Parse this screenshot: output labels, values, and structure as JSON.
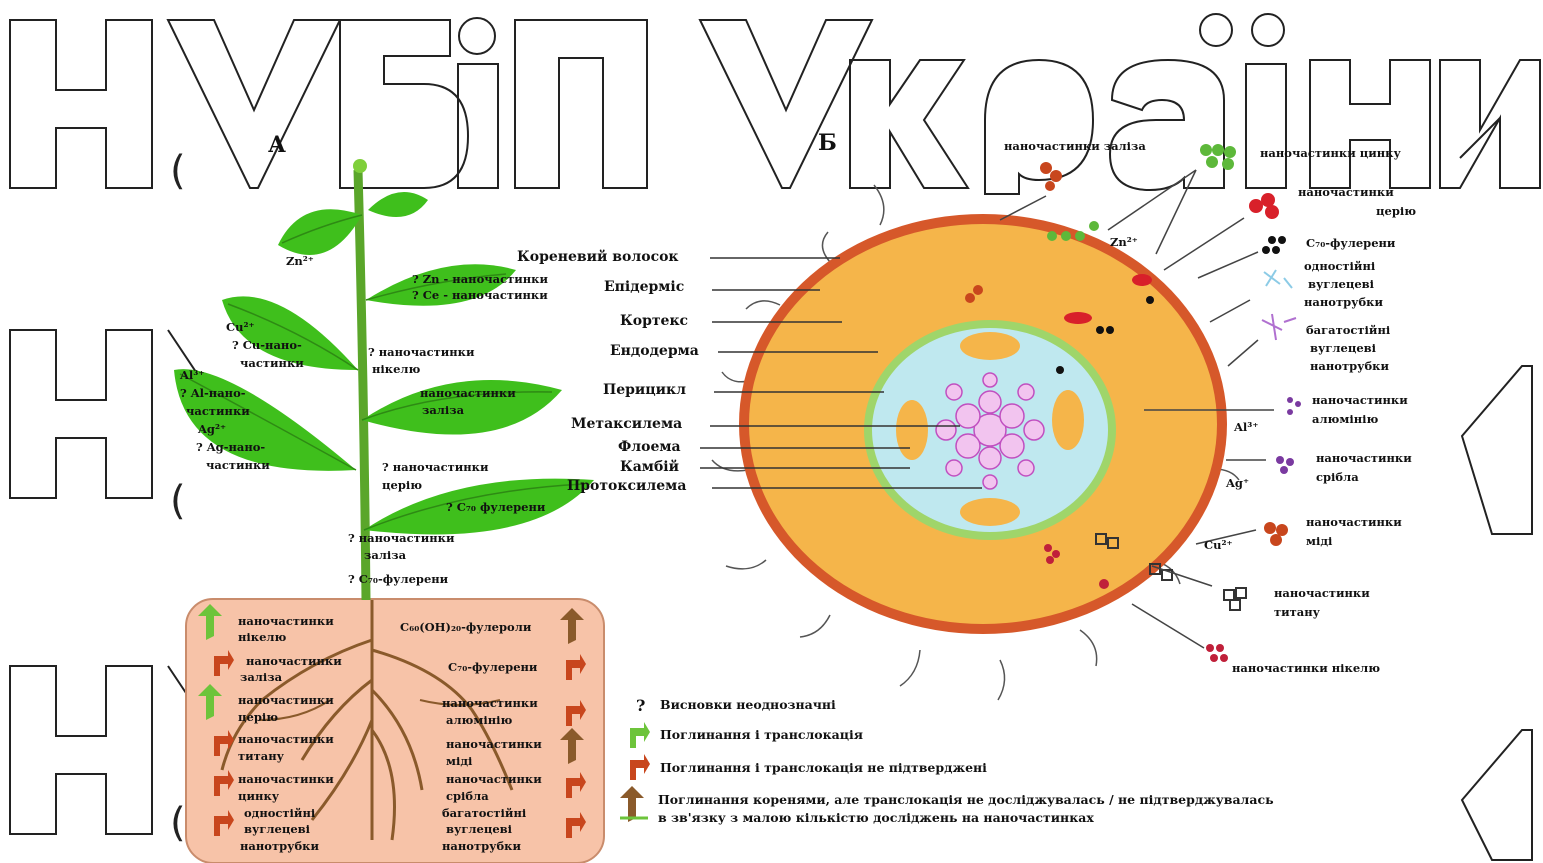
{
  "watermark": {
    "row1": "НУБіП України",
    "row2_prefix": "НУ",
    "row3_prefix": "НУ",
    "brace": "("
  },
  "panel_a": {
    "letter": "А",
    "leaf_labels": {
      "zn_ion": "Zn²⁺",
      "zn_np": "? Zn - наночастинки",
      "ce_np_top": "? Ce - наночастинки",
      "cu_ion": "Cu²⁺",
      "cu_np": "? Cu-нано-",
      "cu_np2": "частинки",
      "ni_np": "? наночастинки",
      "ni_np2": "нікелю",
      "al_ion": "Al³⁺",
      "al_np": "? Al-нано-",
      "al_np2": "частинки",
      "ag_ion": "Ag²⁺",
      "ag_np": "? Ag-нано-",
      "ag_np2": "частинки",
      "fe_leaf": "наночастинки",
      "fe_leaf2": "заліза",
      "ce_np": "? наночастинки",
      "ce_np2": "церію",
      "c70_leaf": "? C₇₀ фулерени",
      "fe_stem": "? наночастинки",
      "fe_stem2": "заліза",
      "c70_stem": "? C₇₀-фулерени"
    },
    "root_labels": {
      "left": [
        {
          "line1": "наночастинки",
          "line2": "нікелю",
          "status": "confirmed"
        },
        {
          "line1": "наночастинки",
          "line2": "заліза",
          "status": "unconfirmed"
        },
        {
          "line1": "наночастинки",
          "line2": "церію",
          "status": "confirmed"
        },
        {
          "line1": "наночастинки",
          "line2": "титану",
          "status": "unconfirmed"
        },
        {
          "line1": "наночастинки",
          "line2": "цинку",
          "status": "unconfirmed"
        },
        {
          "line1": "одностійні",
          "line2": "вуглецеві",
          "line3": "нанотрубки",
          "status": "unconfirmed"
        }
      ],
      "right": [
        {
          "line1": "C₆₀(OH)₂₀-фулероли",
          "status": "roots_only"
        },
        {
          "line1": "C₇₀-фулерени",
          "status": "unconfirmed"
        },
        {
          "line1": "наночастинки",
          "line2": "алюмінію",
          "status": "unconfirmed"
        },
        {
          "line1": "наночастинки",
          "line2": "міді",
          "status": "roots_only"
        },
        {
          "line1": "наночастинки",
          "line2": "срібла",
          "status": "unconfirmed"
        },
        {
          "line1": "багатостійні",
          "line2": "вуглецеві",
          "line3": "нанотрубки",
          "status": "unconfirmed"
        }
      ]
    }
  },
  "panel_b": {
    "letter": "Б",
    "tissue_labels": [
      "Кореневий волосок",
      "Епідерміс",
      "Кортекс",
      "Ендодерма",
      "Перицикл",
      "Метаксилема",
      "Флоема",
      "Камбій",
      "Протоксилема"
    ],
    "particles": {
      "fe": "наночастинки заліза",
      "zn": "наночастинки цинку",
      "ce1": "наночастинки",
      "ce2": "церію",
      "c70": "C₇₀-фулерени",
      "swcnt1": "одностійні",
      "swcnt2": "вуглецеві",
      "swcnt3": "нанотрубки",
      "mwcnt1": "багатостійні",
      "mwcnt2": "вуглецеві",
      "mwcnt3": "нанотрубки",
      "al1": "наночастинки",
      "al2": "алюмінію",
      "ag1": "наночастинки",
      "ag2": "срібла",
      "cu1": "наночастинки",
      "cu2": "міді",
      "ti1": "наночастинки",
      "ti2": "титану",
      "ni": "наночастинки нікелю"
    },
    "ion_labels": {
      "zn": "Zn²⁺",
      "al": "Al³⁺",
      "ag": "Ag⁺",
      "cu": "Cu²⁺"
    }
  },
  "legend": {
    "q_mark": "?",
    "items": [
      "Висновки неоднозначні",
      "Поглинання і транслокація",
      "Поглинання і транслокація не підтверджені",
      "Поглинання коренями, але транслокація не досліджувалась / не підтверджувалась",
      "в зв'язку з малою кількістю досліджень на наночастинках"
    ]
  },
  "colors": {
    "leaf": "#3fbf1c",
    "stem": "#5aa62a",
    "root_box": "#f7c3a8",
    "root": "#8a5a2b",
    "cortex": "#f5b54a",
    "epidermis": "#d6582a",
    "stele": "#bfe8ef",
    "xylem": "#e070d8",
    "confirmed": "#6dc43b",
    "unconfirmed": "#c8461d"
  }
}
